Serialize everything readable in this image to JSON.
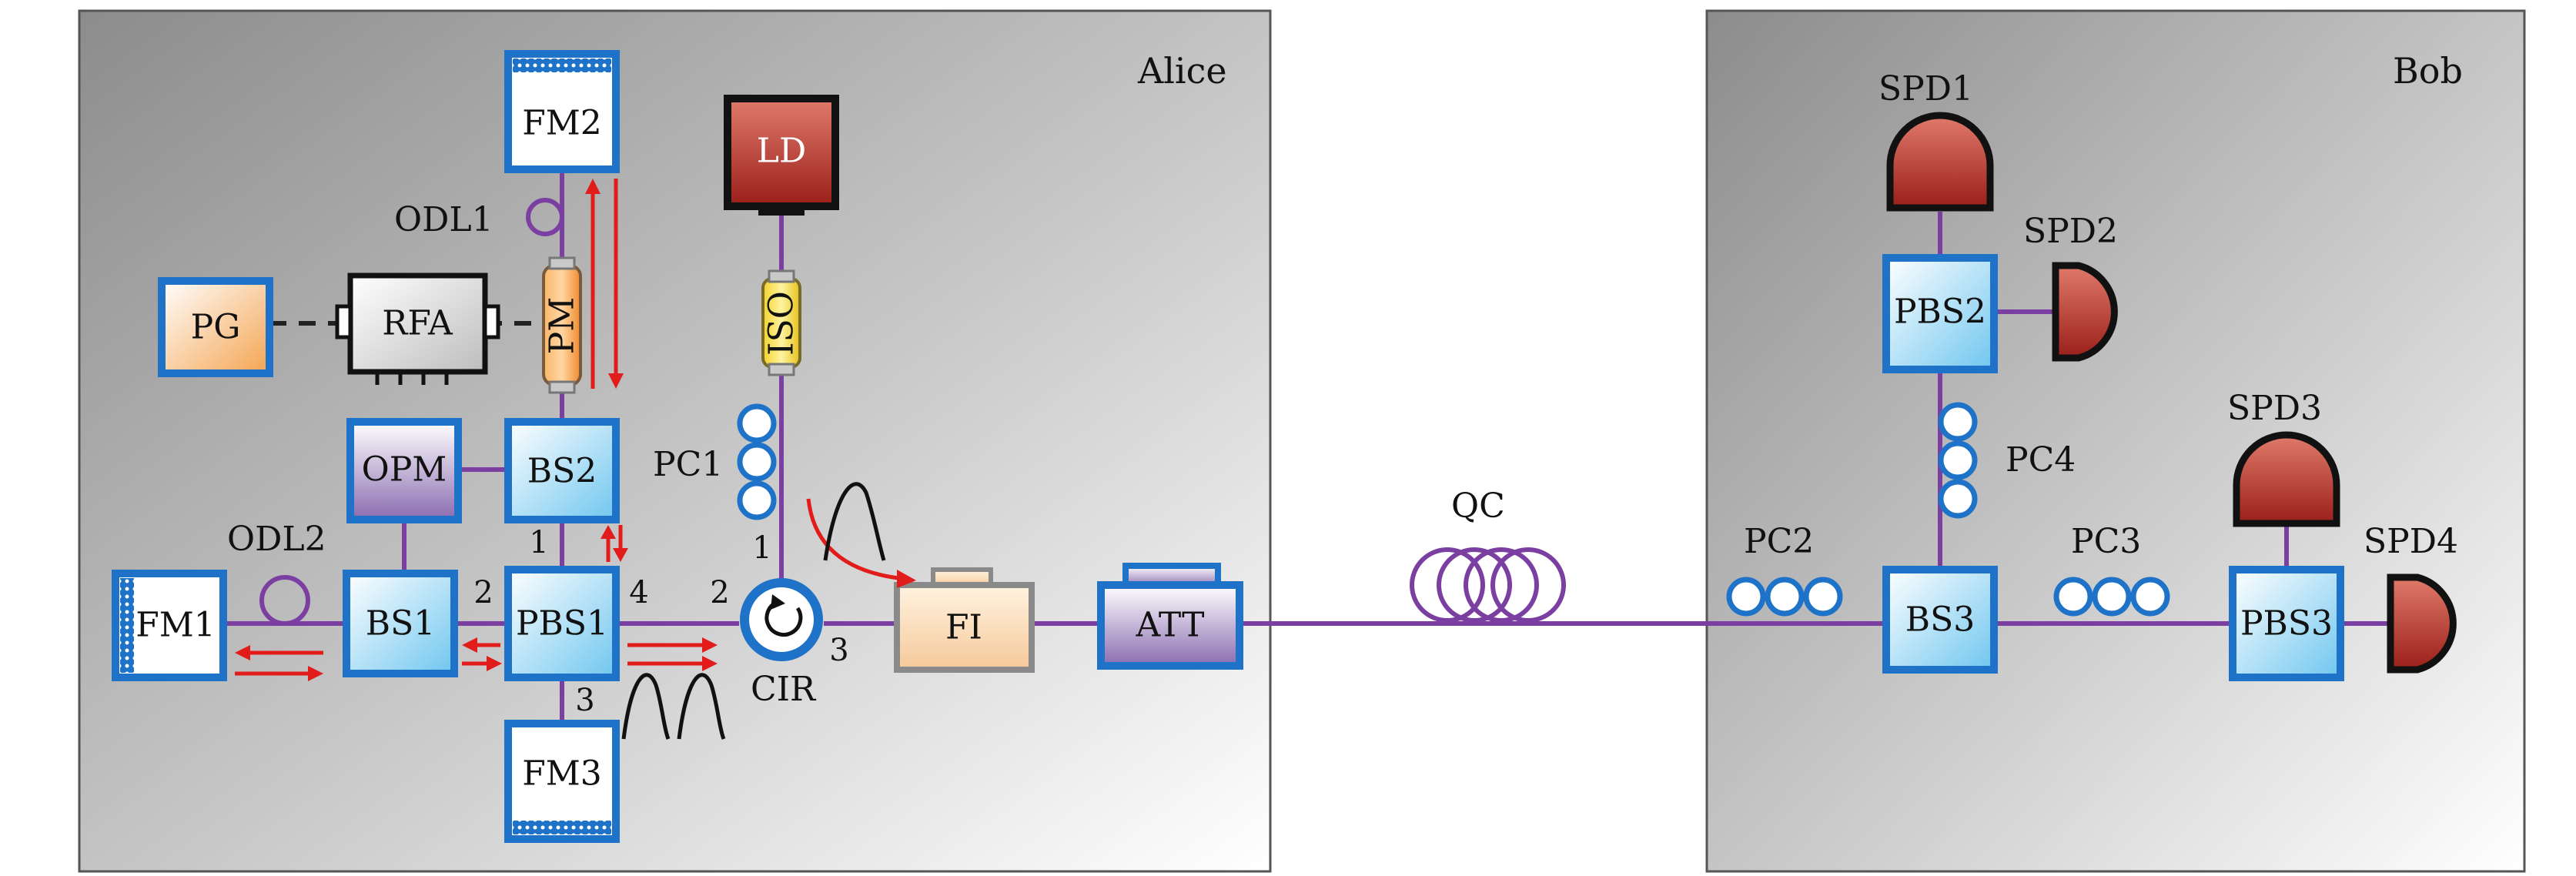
{
  "regions": {
    "alice": "Alice",
    "bob": "Bob"
  },
  "components": {
    "fm1": "FM1",
    "fm2": "FM2",
    "fm3": "FM3",
    "bs1": "BS1",
    "bs2": "BS2",
    "bs3": "BS3",
    "pbs1": "PBS1",
    "pbs2": "PBS2",
    "pbs3": "PBS3",
    "pg": "PG",
    "rfa": "RFA",
    "pm": "PM",
    "opm": "OPM",
    "ld": "LD",
    "iso": "ISO",
    "cir": "CIR",
    "fi": "FI",
    "att": "ATT"
  },
  "labels": {
    "odl1": "ODL1",
    "odl2": "ODL2",
    "pc1": "PC1",
    "pc2": "PC2",
    "pc3": "PC3",
    "pc4": "PC4",
    "qc": "QC",
    "spd1": "SPD1",
    "spd2": "SPD2",
    "spd3": "SPD3",
    "spd4": "SPD4"
  },
  "ports": {
    "pbs1_1": "1",
    "pbs1_2": "2",
    "pbs1_3": "3",
    "pbs1_4": "4",
    "cir_1": "1",
    "cir_2": "2",
    "cir_3": "3"
  },
  "colors": {
    "box_border": "#1e72c8",
    "fiber": "#7a3fa0",
    "arrow": "#e21b1b",
    "detector": "#b8302a",
    "laser": "#b8302a"
  }
}
